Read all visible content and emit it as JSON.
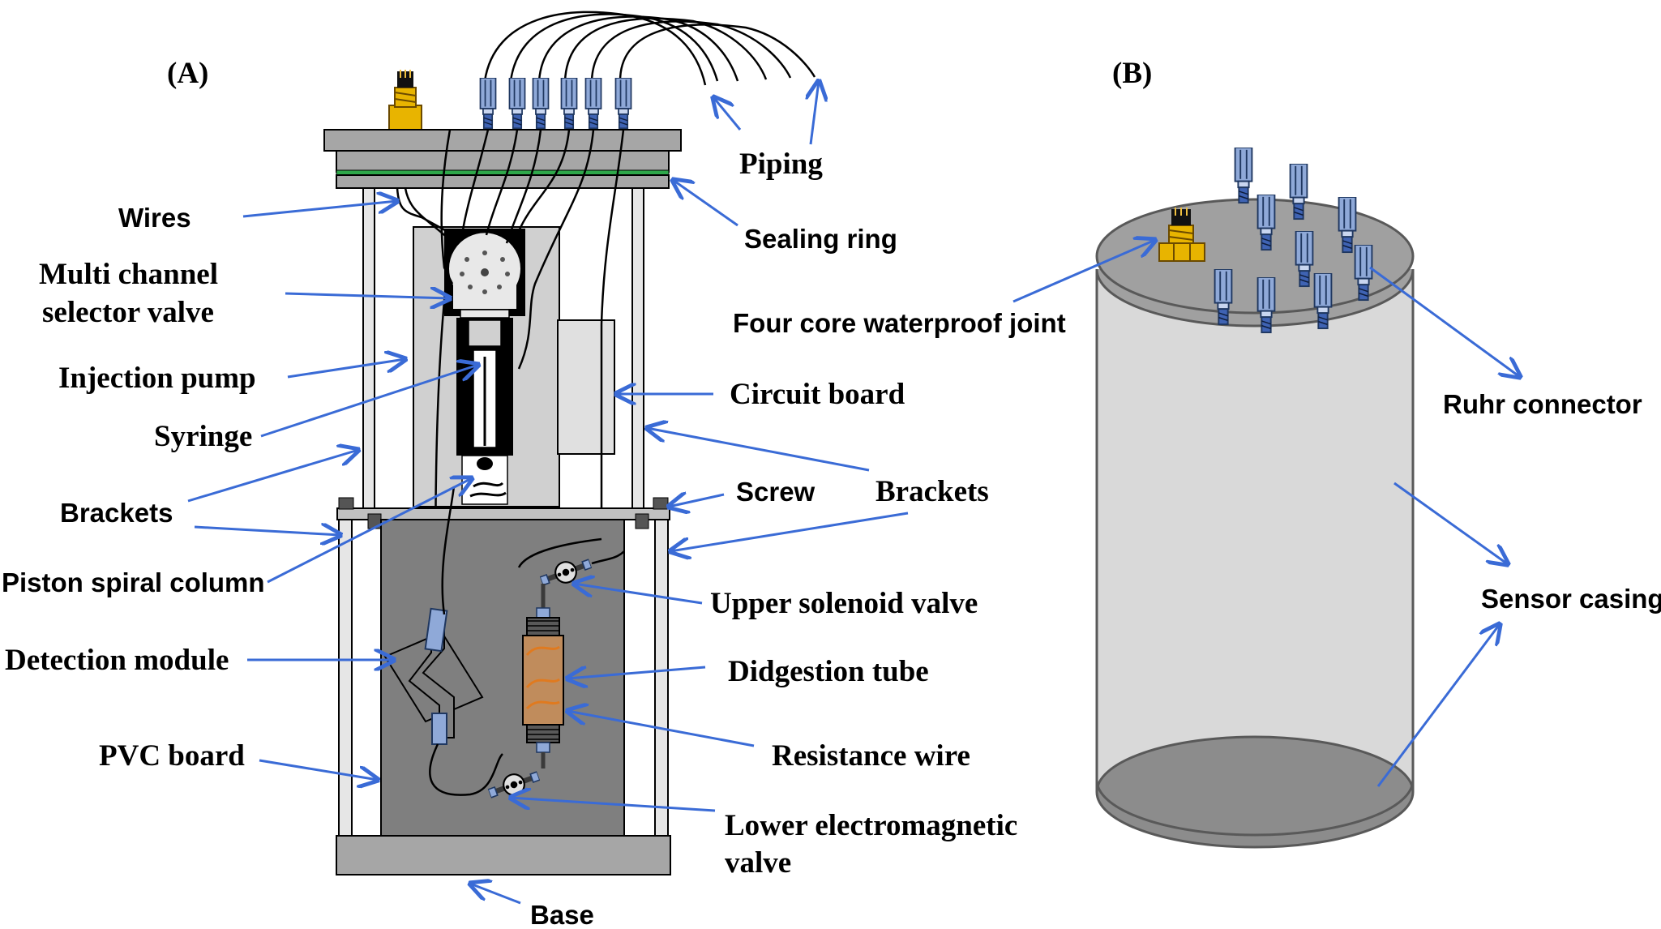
{
  "panels": {
    "a": "(A)",
    "b": "(B)"
  },
  "labels_a": {
    "piping": "Piping",
    "sealing_ring": "Sealing ring",
    "wires": "Wires",
    "multi_channel_1": "Multi channel",
    "multi_channel_2": "selector valve",
    "injection_pump": "Injection pump",
    "syringe": "Syringe",
    "circuit_board": "Circuit board",
    "brackets_left": "Brackets",
    "screw": "Screw",
    "brackets_right": "Brackets",
    "piston_spiral_column": "Piston spiral column",
    "upper_solenoid_valve": "Upper solenoid valve",
    "detection_module": "Detection module",
    "digestion_tube": "Didgestion tube",
    "resistance_wire": "Resistance wire",
    "pvc_board": "PVC board",
    "lower_valve_1": "Lower electromagnetic",
    "lower_valve_2": "valve",
    "base": "Base"
  },
  "labels_b": {
    "four_core_joint": "Four core waterproof joint",
    "ruhr_connector": "Ruhr connector",
    "sensor_casing": "Sensor casing"
  },
  "colors": {
    "arrow": "#3a6bd6",
    "connector_blue": "#8fa9d8",
    "joint_yellow": "#e8b400",
    "casing_gray": "#d9d9d9",
    "pvc_dark": "#7f7f7f",
    "seal_green": "#2ea84a",
    "coil_orange": "#e07a1f"
  },
  "icons": [
    "ruhr-connector-icon",
    "waterproof-joint-icon",
    "solenoid-valve-icon",
    "selector-valve-icon"
  ]
}
